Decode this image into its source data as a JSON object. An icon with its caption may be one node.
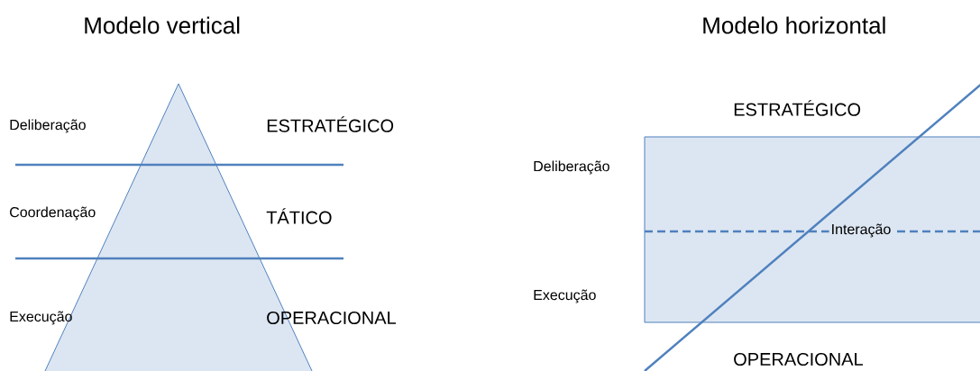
{
  "diagram": {
    "nodes": [
      {
        "text": [],
        "shape": "triangle"
      },
      {
        "text": [
          "Interação"
        ]
      }
    ],
    "labels": [
      "Modelo vertical",
      "Modelo horizontal",
      "Deliberação",
      "ESTRATÉGICO",
      "ESTRATÉGICO",
      "Deliberação",
      "Coordenação",
      "TÁTICO",
      "Execução",
      "Execução",
      "OPERACIONAL",
      "OPERACIONAL"
    ]
  }
}
